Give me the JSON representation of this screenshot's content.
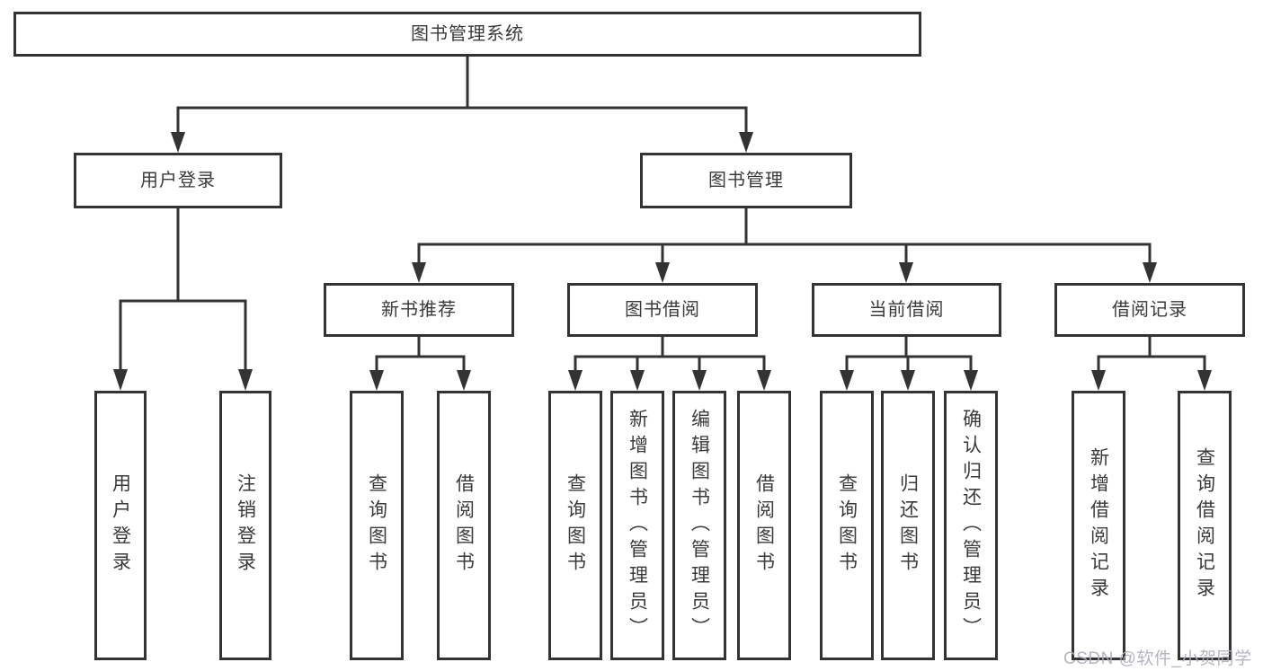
{
  "diagram_type": "hierarchy-tree",
  "tree": {
    "root": "图书管理系统",
    "user_login": {
      "label": "用户登录",
      "children": [
        "用户登录",
        "注销登录"
      ]
    },
    "book_mgmt": {
      "label": "图书管理"
    },
    "new_book_rec": {
      "label": "新书推荐",
      "children": [
        "查询图书",
        "借阅图书"
      ]
    },
    "book_borrow": {
      "label": "图书借阅",
      "children": [
        "查询图书",
        "新增图书（管理员）",
        "编辑图书（管理员）",
        "借阅图书"
      ]
    },
    "current_borrow": {
      "label": "当前借阅",
      "children": [
        "查询图书",
        "归还图书",
        "确认归还（管理员）"
      ]
    },
    "borrow_records": {
      "label": "借阅记录",
      "children": [
        "新增借阅记录",
        "查询借阅记录"
      ]
    }
  },
  "watermark": "CSDN @软件_小贺同学",
  "colors": {
    "line": "#333333",
    "box_border": "#333333",
    "box_fill": "#ffffff",
    "text": "#3a3a3a",
    "watermark": "#acb0b8",
    "background": "#ffffff"
  }
}
